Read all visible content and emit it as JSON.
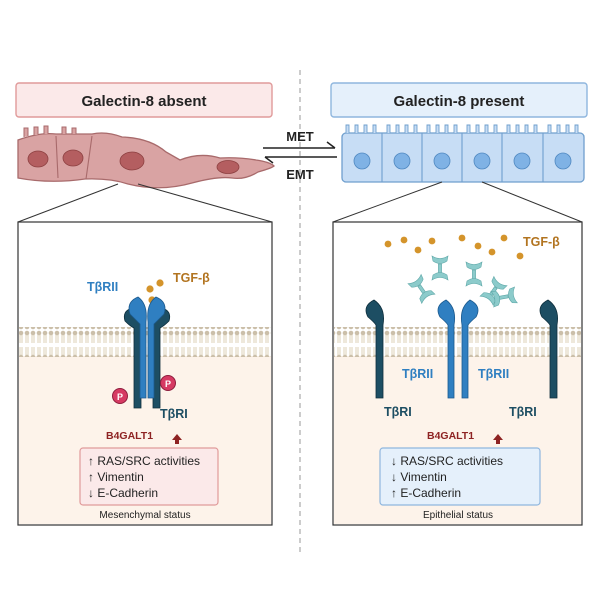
{
  "left_panel": {
    "header": "Galectin-8 absent",
    "tgf_label": "TGF-β",
    "receptor_ii_label": "TβRII",
    "receptor_i_label": "TβRI",
    "phospho_label": "P",
    "gene_label": "B4GALT1",
    "effects": [
      "↑ RAS/SRC activities",
      "↑ Vimentin",
      "↓ E-Cadherin"
    ],
    "status": "Mesenchymal status"
  },
  "right_panel": {
    "header": "Galectin-8 present",
    "tgf_label": "TGF-β",
    "receptor_ii_label_left": "TβRII",
    "receptor_ii_label_right": "TβRII",
    "receptor_i_label_left": "TβRI",
    "receptor_i_label_right": "TβRI",
    "gene_label": "B4GALT1",
    "effects": [
      "↓ RAS/SRC activities",
      "↓ Vimentin",
      "↑ E-Cadherin"
    ],
    "status": "Epithelial status"
  },
  "transition": {
    "forward_label": "MET",
    "reverse_label": "EMT"
  },
  "colors": {
    "mesenchymal_cell": "#d9a3a3",
    "mesenchymal_nucleus": "#b45e60",
    "epithelial_cell": "#c7ddf5",
    "epithelial_nucleus": "#7fb2e5",
    "receptor_ii": "#2f7fc1",
    "receptor_i": "#1d4e63",
    "tgf_beta": "#d4942b",
    "galectin": "#8ccbcb",
    "phospho": "#d63a63",
    "gene_text": "#8e2323"
  },
  "icons": [
    "up-arrow-icon",
    "phospho-badge-icon",
    "galectin-8-icon",
    "tgf-beta-ligand-icon"
  ]
}
